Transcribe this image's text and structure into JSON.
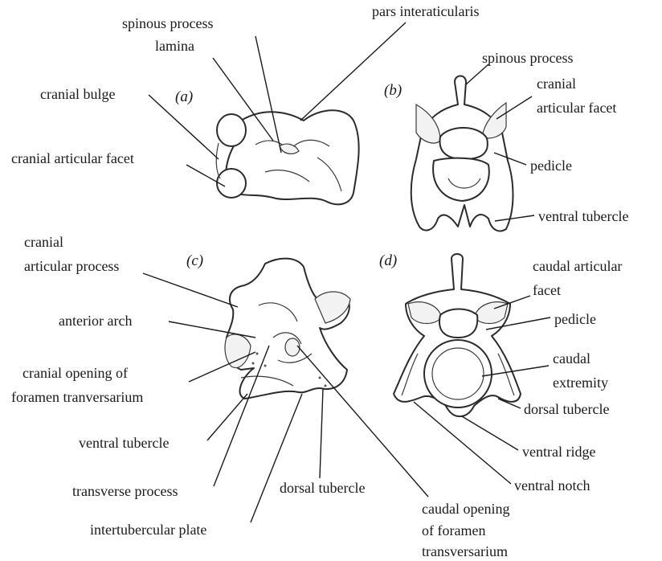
{
  "panels": {
    "a": "a",
    "b": "b",
    "c": "c",
    "d": "d"
  },
  "labels": {
    "a": {
      "spinous_process": "spinous process",
      "lamina": "lamina",
      "pars_interaticularis": "pars interaticularis",
      "cranial_bulge": "cranial bulge",
      "cranial_articular_facet": "cranial articular facet"
    },
    "b": {
      "spinous_process": "spinous process",
      "cranial_articular_facet_line1": "cranial",
      "cranial_articular_facet_line2": "articular facet",
      "pedicle": "pedicle",
      "ventral_tubercle": "ventral tubercle"
    },
    "c": {
      "cranial_articular_process_line1": "cranial",
      "cranial_articular_process_line2": "articular process",
      "anterior_arch": "anterior arch",
      "cranial_opening_line1": "cranial opening of",
      "cranial_opening_line2": "foramen tranversarium",
      "ventral_tubercle": "ventral tubercle",
      "transverse_process": "transverse process",
      "intertubercular_plate": "intertubercular plate",
      "dorsal_tubercle": "dorsal tubercle",
      "caudal_opening_line1": "caudal opening",
      "caudal_opening_line2": "of foramen",
      "caudal_opening_line3": "transversarium"
    },
    "d": {
      "caudal_articular_facet_line1": "caudal articular",
      "caudal_articular_facet_line2": "facet",
      "pedicle": "pedicle",
      "caudal_extremity_line1": "caudal",
      "caudal_extremity_line2": "extremity",
      "dorsal_tubercle": "dorsal tubercle",
      "ventral_ridge": "ventral ridge",
      "ventral_notch": "ventral notch"
    }
  }
}
